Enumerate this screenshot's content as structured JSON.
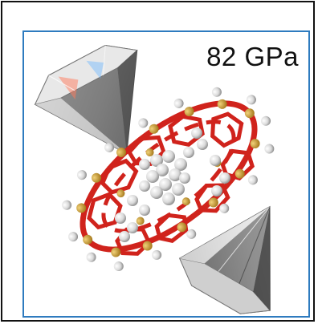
{
  "figure": {
    "pressure_label": "82 GPa",
    "colors": {
      "frame_border": "#2e7bbf",
      "bond_red": "#d0231c",
      "atom_gold": "#c99a2e",
      "guest_atoms": "#e6e6e6",
      "diamond_gray": "#8e8e8e"
    },
    "icons": [
      "diamond-anvil-top",
      "diamond-anvil-bottom",
      "crystal-framework",
      "guest-molecule-cluster"
    ]
  }
}
